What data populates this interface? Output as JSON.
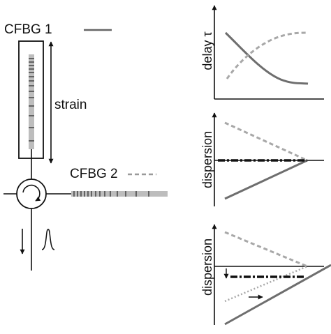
{
  "labels": {
    "cfbg1": "CFBG 1",
    "cfbg2": "CFBG 2",
    "strain": "strain"
  },
  "plots": [
    {
      "ylabel": "delay τ"
    },
    {
      "ylabel": "dispersion"
    },
    {
      "ylabel": "dispersion"
    }
  ],
  "colors": {
    "ink": "#111111",
    "grating": "#b3b3b3",
    "solid_curve": "#6e6e6e",
    "dashed_curve": "#a8a8a8"
  }
}
